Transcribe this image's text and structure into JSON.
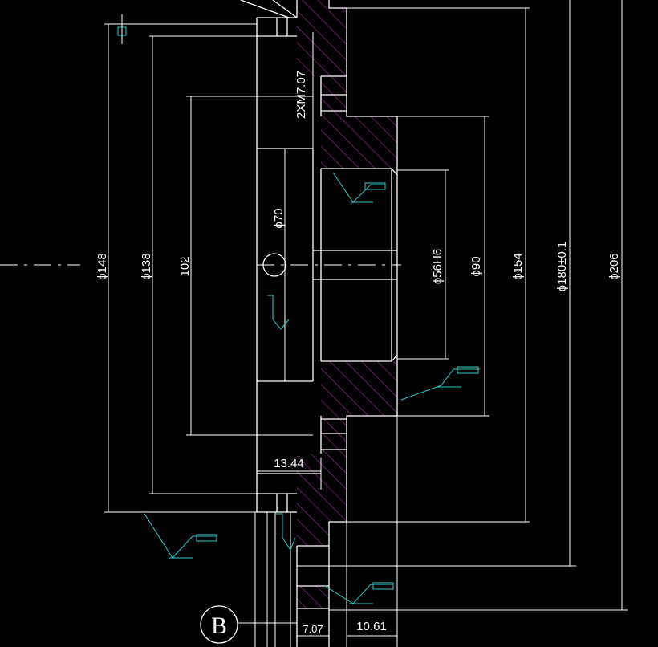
{
  "drawing": {
    "background": "#000000",
    "line_color": "#ffffff",
    "hatch_color": "#cc33cc",
    "symbol_color": "#33cccc",
    "dimensions": {
      "d148": "ϕ148",
      "d138": "ϕ138",
      "d102": "102",
      "d70": "ϕ70",
      "thread": "2XM7.07",
      "bore": "ϕ56H6",
      "d90": "ϕ90",
      "d154": "ϕ154",
      "d180": "ϕ180±0.1",
      "d206": "ϕ206",
      "w1344": "13.44",
      "w707": "7.07",
      "w1061": "10.61"
    },
    "section_label": "B"
  }
}
